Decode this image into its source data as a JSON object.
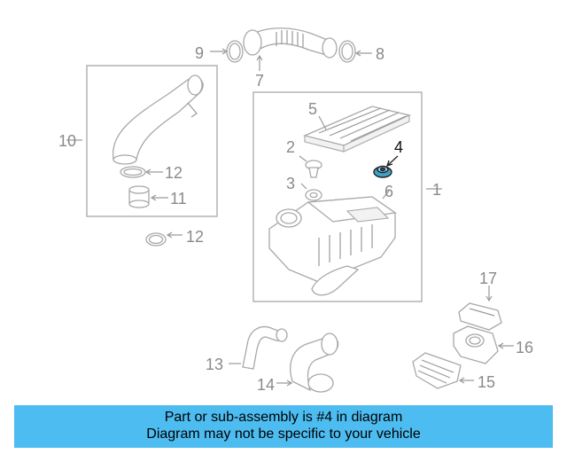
{
  "colors": {
    "banner_background": "#4dbcf0",
    "highlight_part": "#3fa0c6",
    "callout_text": "#8a8a8a",
    "highlight_text": "#111111"
  },
  "callouts": {
    "c1": "1",
    "c2": "2",
    "c3": "3",
    "c4": "4",
    "c5": "5",
    "c6": "6",
    "c7": "7",
    "c8": "8",
    "c9": "9",
    "c10": "10",
    "c11": "11",
    "c12a": "12",
    "c12b": "12",
    "c13": "13",
    "c14": "14",
    "c15": "15",
    "c16": "16",
    "c17": "17"
  },
  "highlighted_part": "4",
  "banner": {
    "line1": "Part or sub-assembly is #4 in diagram",
    "line2": "Diagram may not be specific to your vehicle"
  }
}
